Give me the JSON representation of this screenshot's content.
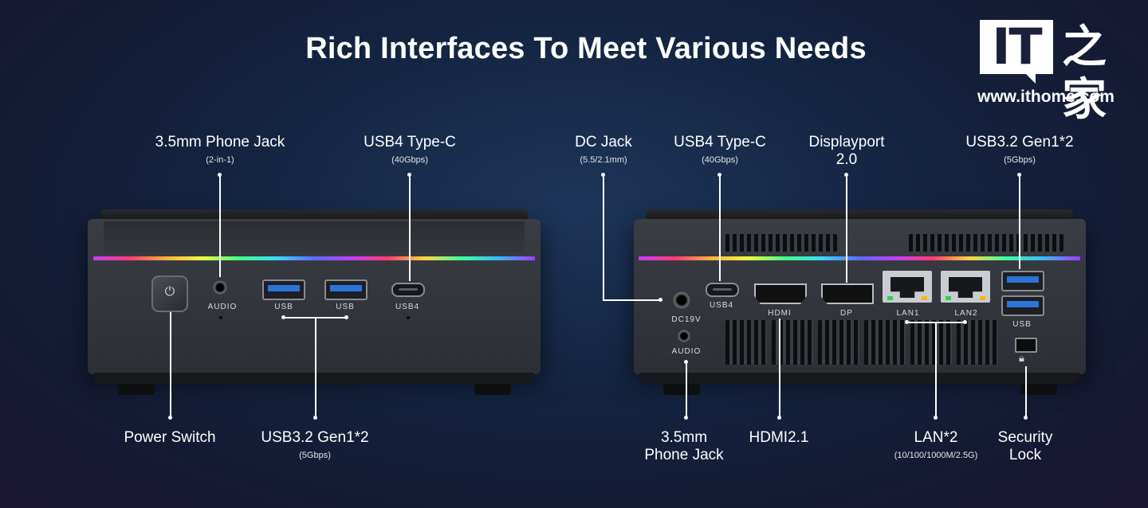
{
  "title": "Rich Interfaces To Meet Various Needs",
  "logo": {
    "it": "IT",
    "cn": "之家",
    "url": "www.ithome.com"
  },
  "left_device": {
    "callouts": {
      "phone_jack": {
        "label": "3.5mm Phone Jack",
        "sub": "(2-in-1)"
      },
      "usb4": {
        "label": "USB4 Type-C",
        "sub": "(40Gbps)"
      },
      "power": {
        "label": "Power Switch"
      },
      "usb32": {
        "label": "USB3.2 Gen1*2",
        "sub": "(5Gbps)"
      }
    },
    "port_labels": {
      "audio": "AUDIO",
      "usb1": "USB",
      "usb2": "USB",
      "usb4": "USB4"
    }
  },
  "right_device": {
    "callouts": {
      "dc_jack": {
        "label": "DC Jack",
        "sub": "(5.5/2.1mm)"
      },
      "usb4": {
        "label": "USB4 Type-C",
        "sub": "(40Gbps)"
      },
      "displayport": {
        "label": "Displayport",
        "label2": "2.0"
      },
      "usb32": {
        "label": "USB3.2 Gen1*2",
        "sub": "(5Gbps)"
      },
      "phone_jack": {
        "label": "3.5mm",
        "label2": "Phone Jack"
      },
      "hdmi": {
        "label": "HDMI2.1"
      },
      "lan": {
        "label": "LAN*2",
        "sub": "(10/100/1000M/2.5G)"
      },
      "security": {
        "label": "Security",
        "label2": "Lock"
      }
    },
    "port_labels": {
      "dc": "DC19V",
      "audio": "AUDIO",
      "usb4": "USB4",
      "hdmi": "HDMI",
      "dp": "DP",
      "lan1": "LAN1",
      "lan2": "LAN2",
      "usb": "USB"
    }
  },
  "colors": {
    "usb_blue": "#2b74d9",
    "lan_led_green": "#2fd14a",
    "lan_led_orange": "#ffb300"
  }
}
